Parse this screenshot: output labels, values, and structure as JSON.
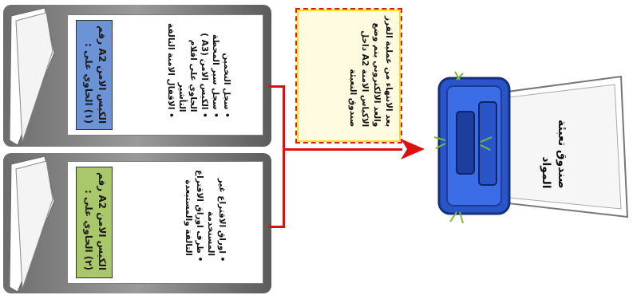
{
  "top_bag": {
    "header": [
      "الكيس الامن A2 رقم",
      "(١) الحاوي على :"
    ],
    "items": [
      "سجل التخمين",
      "سجل سير المحطة",
      "الكيس الامن (A3 )",
      "الحاوي على اقلام",
      "التأشير",
      "الاقفال الامنة التالفة"
    ]
  },
  "bottom_bag": {
    "header": [
      "الكيس الامن A2 رقم",
      "(٢) الحاوي على :"
    ],
    "items": [
      "اوراق الاقتراع غير",
      "المستخدمة",
      "ظرف اوراق الاقتراع",
      "التالفة والمستبعدة"
    ]
  },
  "note": [
    "بعد الانتهاء من عملية الفرز",
    "والعد الالكتروني يتم وضع",
    "الاكياس الامنة A2 داخل",
    "صندوق التعبئة"
  ],
  "bin_label": [
    "صندوق تعبئة",
    "المواد"
  ],
  "colors": {
    "top_header": "#6b93d6",
    "bottom_header": "#a9c86a",
    "arrow": "#e01010",
    "bin_lid": "#2a55c8",
    "note_border": "#d31f1f"
  }
}
